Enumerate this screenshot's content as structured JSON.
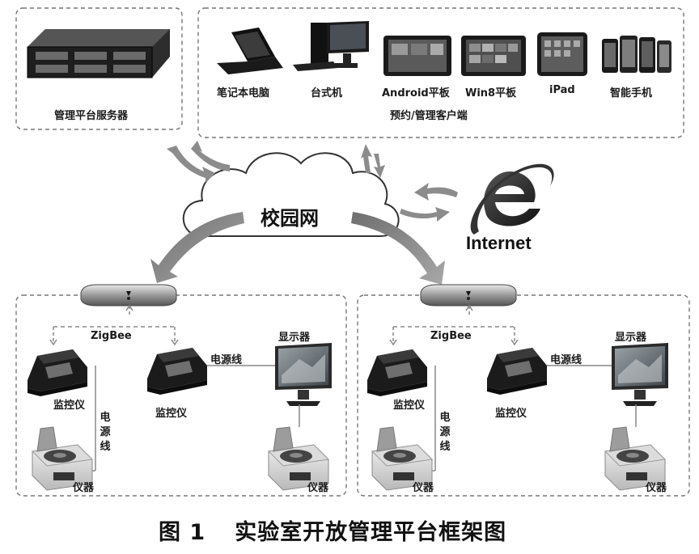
{
  "servers": {
    "label": "管理平台服务器"
  },
  "clients": {
    "devices": [
      "笔记本电脑",
      "台式机",
      "Android平板",
      "Win8平板",
      "iPad",
      "智能手机"
    ],
    "group_label": "预约/管理客户端"
  },
  "network": {
    "campus_label": "校园网",
    "internet_label": "Internet"
  },
  "labs": [
    {
      "zigbee_label": "ZigBee",
      "monitor_left_label": "监控仪",
      "monitor_mid_label": "监控仪",
      "power_line_vertical": "电源线",
      "power_line_horizontal": "电源线",
      "display_label": "显示器",
      "instrument_left_label": "仪器",
      "instrument_right_label": "仪器"
    },
    {
      "zigbee_label": "ZigBee",
      "monitor_left_label": "监控仪",
      "monitor_mid_label": "监控仪",
      "power_line_vertical": "电源线",
      "power_line_horizontal": "电源线",
      "display_label": "显示器",
      "instrument_left_label": "仪器",
      "instrument_right_label": "仪器"
    }
  ],
  "caption": {
    "figure_number": "图 1",
    "title": "实验室开放管理平台框架图"
  },
  "colors": {
    "arrow_gray": "#8c8c8c",
    "device_dark": "#1c1c1c",
    "dashed_border": "#777777"
  }
}
